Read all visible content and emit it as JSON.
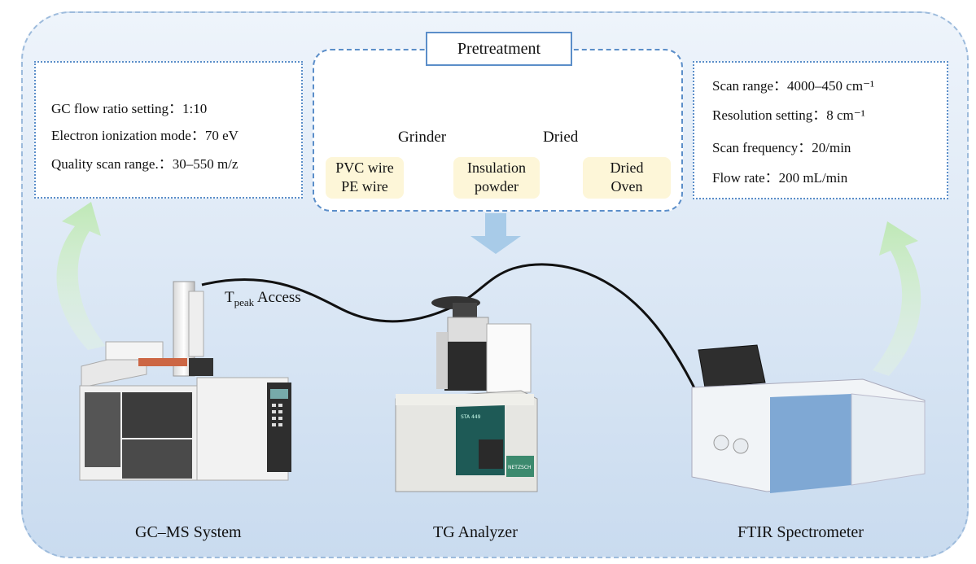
{
  "gcms_params": {
    "line1": "GC flow ratio setting：1:10",
    "line2": "Electron ionization mode：70 eV",
    "line3": "Quality scan range.：30–550 m/z"
  },
  "ftir_params": {
    "line1": "Scan range：4000–450 cm⁻¹",
    "line2": "Resolution setting：8 cm⁻¹",
    "line3": "Scan frequency：20/min",
    "line4": "Flow rate：200 mL/min"
  },
  "pretreatment": {
    "title": "Pretreatment",
    "step1_action": "Grinder",
    "step2_action": "Dried",
    "box1_line1": "PVC wire",
    "box1_line2": "PE wire",
    "box2_line1": "Insulation",
    "box2_line2": "powder",
    "box3_line1": "Dried",
    "box3_line2": "Oven"
  },
  "connection": {
    "label_base": "T",
    "label_sub": "peak",
    "label_rest": "Access"
  },
  "instruments": {
    "gcms": "GC–MS System",
    "tg": "TG Analyzer",
    "ftir": "FTIR Spectrometer"
  },
  "tg_panel_text": "STA 449",
  "tg_brand_text": "NETZSCH",
  "colors": {
    "box_border": "#5b8ec9",
    "frame_border": "#9dbbdc",
    "green_arrow": "#c9ecc2",
    "down_arrow": "#a8cbe8",
    "red_powder": "#e2241b",
    "blue_powder": "#1f5fc7"
  }
}
